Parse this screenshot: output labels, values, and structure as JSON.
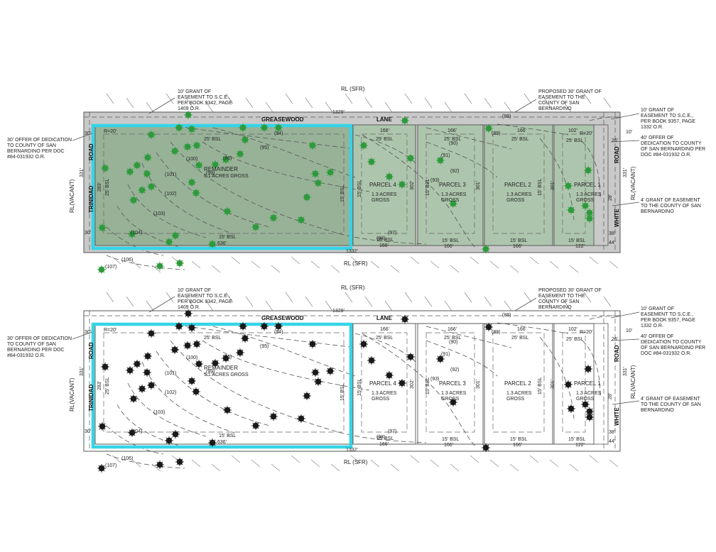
{
  "colors": {
    "highlight": "#35d4e6",
    "parcel_fill": "#9ab59a",
    "tree_green": "#2f9a3c",
    "tree_black": "#1a1a1a",
    "line": "#555555"
  },
  "labels": {
    "rl_sfr": "RL (SFR)",
    "rl_vacant": "RL(VACANT)",
    "greasewood": "GREASEWOOD",
    "lane": "LANE",
    "trinidad": "TRINIDAD",
    "road": "ROAD",
    "white": "WHITE",
    "dim_1329": "1329'",
    "dim_1332": "1332'",
    "dim_636": "636'",
    "dim_166": "166'",
    "dim_102": "102'",
    "dim_122": "122'",
    "dim_283": "283'",
    "dim_331": "331'",
    "dim_301": "301'",
    "dim_302": "302'",
    "dim_10": "10'",
    "dim_26": "26'",
    "dim_28": "28'",
    "dim_30": "30'",
    "dim_38": "38'",
    "dim_44": "44'",
    "radius": "R=20'",
    "bsl_25": "25' BSL",
    "bsl_15": "15' BSL",
    "bsl_15_v": "15' BSL",
    "note_sce_left": [
      "10' GRANT OF",
      "EASEMENT TO S.C.E.,",
      "PER BOOK 9342, PAGE",
      "1409 O.R."
    ],
    "note_proposed": [
      "PROPOSED 30' GRANT OF",
      "EASEMENT TO THE",
      "COUNTY OF SAN",
      "BERNARDINO"
    ],
    "note_offer_left": [
      "30' OFFER OF DEDICATION",
      "TO COUNTY OF SAN",
      "BERNARDINO PER DOC",
      "#84-031932 O.R."
    ],
    "note_sce_right": [
      "10' GRANT OF",
      "EASEMENT TO S.C.E.,",
      "PER BOOK 9357, PAGE",
      "1332 O.R."
    ],
    "note_offer_right": [
      "40' OFFER OF",
      "DEDICATION TO COUNTY",
      "OF SAN BERNARDINO PER",
      "DOC #84-031932 O.R."
    ],
    "note_grant_right": [
      "4' GRANT OF EASEMENT",
      "TO THE COUNTY OF SAN",
      "BERNARDINO"
    ],
    "contours": [
      "(94)",
      "(95)",
      "(96)",
      "(97)",
      "(98)",
      "(99)",
      "(100)",
      "(101)",
      "(102)",
      "(103)",
      "(104)",
      "(106)",
      "(107)",
      "(88)",
      "(89)",
      "(90)",
      "(91)",
      "(92)",
      "(93)"
    ]
  },
  "parcels": [
    {
      "name": "REMAINDER",
      "area": "5.1 ACRES GROSS"
    },
    {
      "name": "PARCEL 4",
      "area": [
        "1.3 ACRES",
        "GROSS"
      ]
    },
    {
      "name": "PARCEL 3",
      "area": [
        "1.3 ACRES",
        "GROSS"
      ]
    },
    {
      "name": "PARCEL 2",
      "area": [
        "1.3 ACRES",
        "GROSS"
      ]
    },
    {
      "name": "PARCEL 1",
      "area": [
        "1.3 ACRES",
        "GROSS"
      ]
    }
  ]
}
